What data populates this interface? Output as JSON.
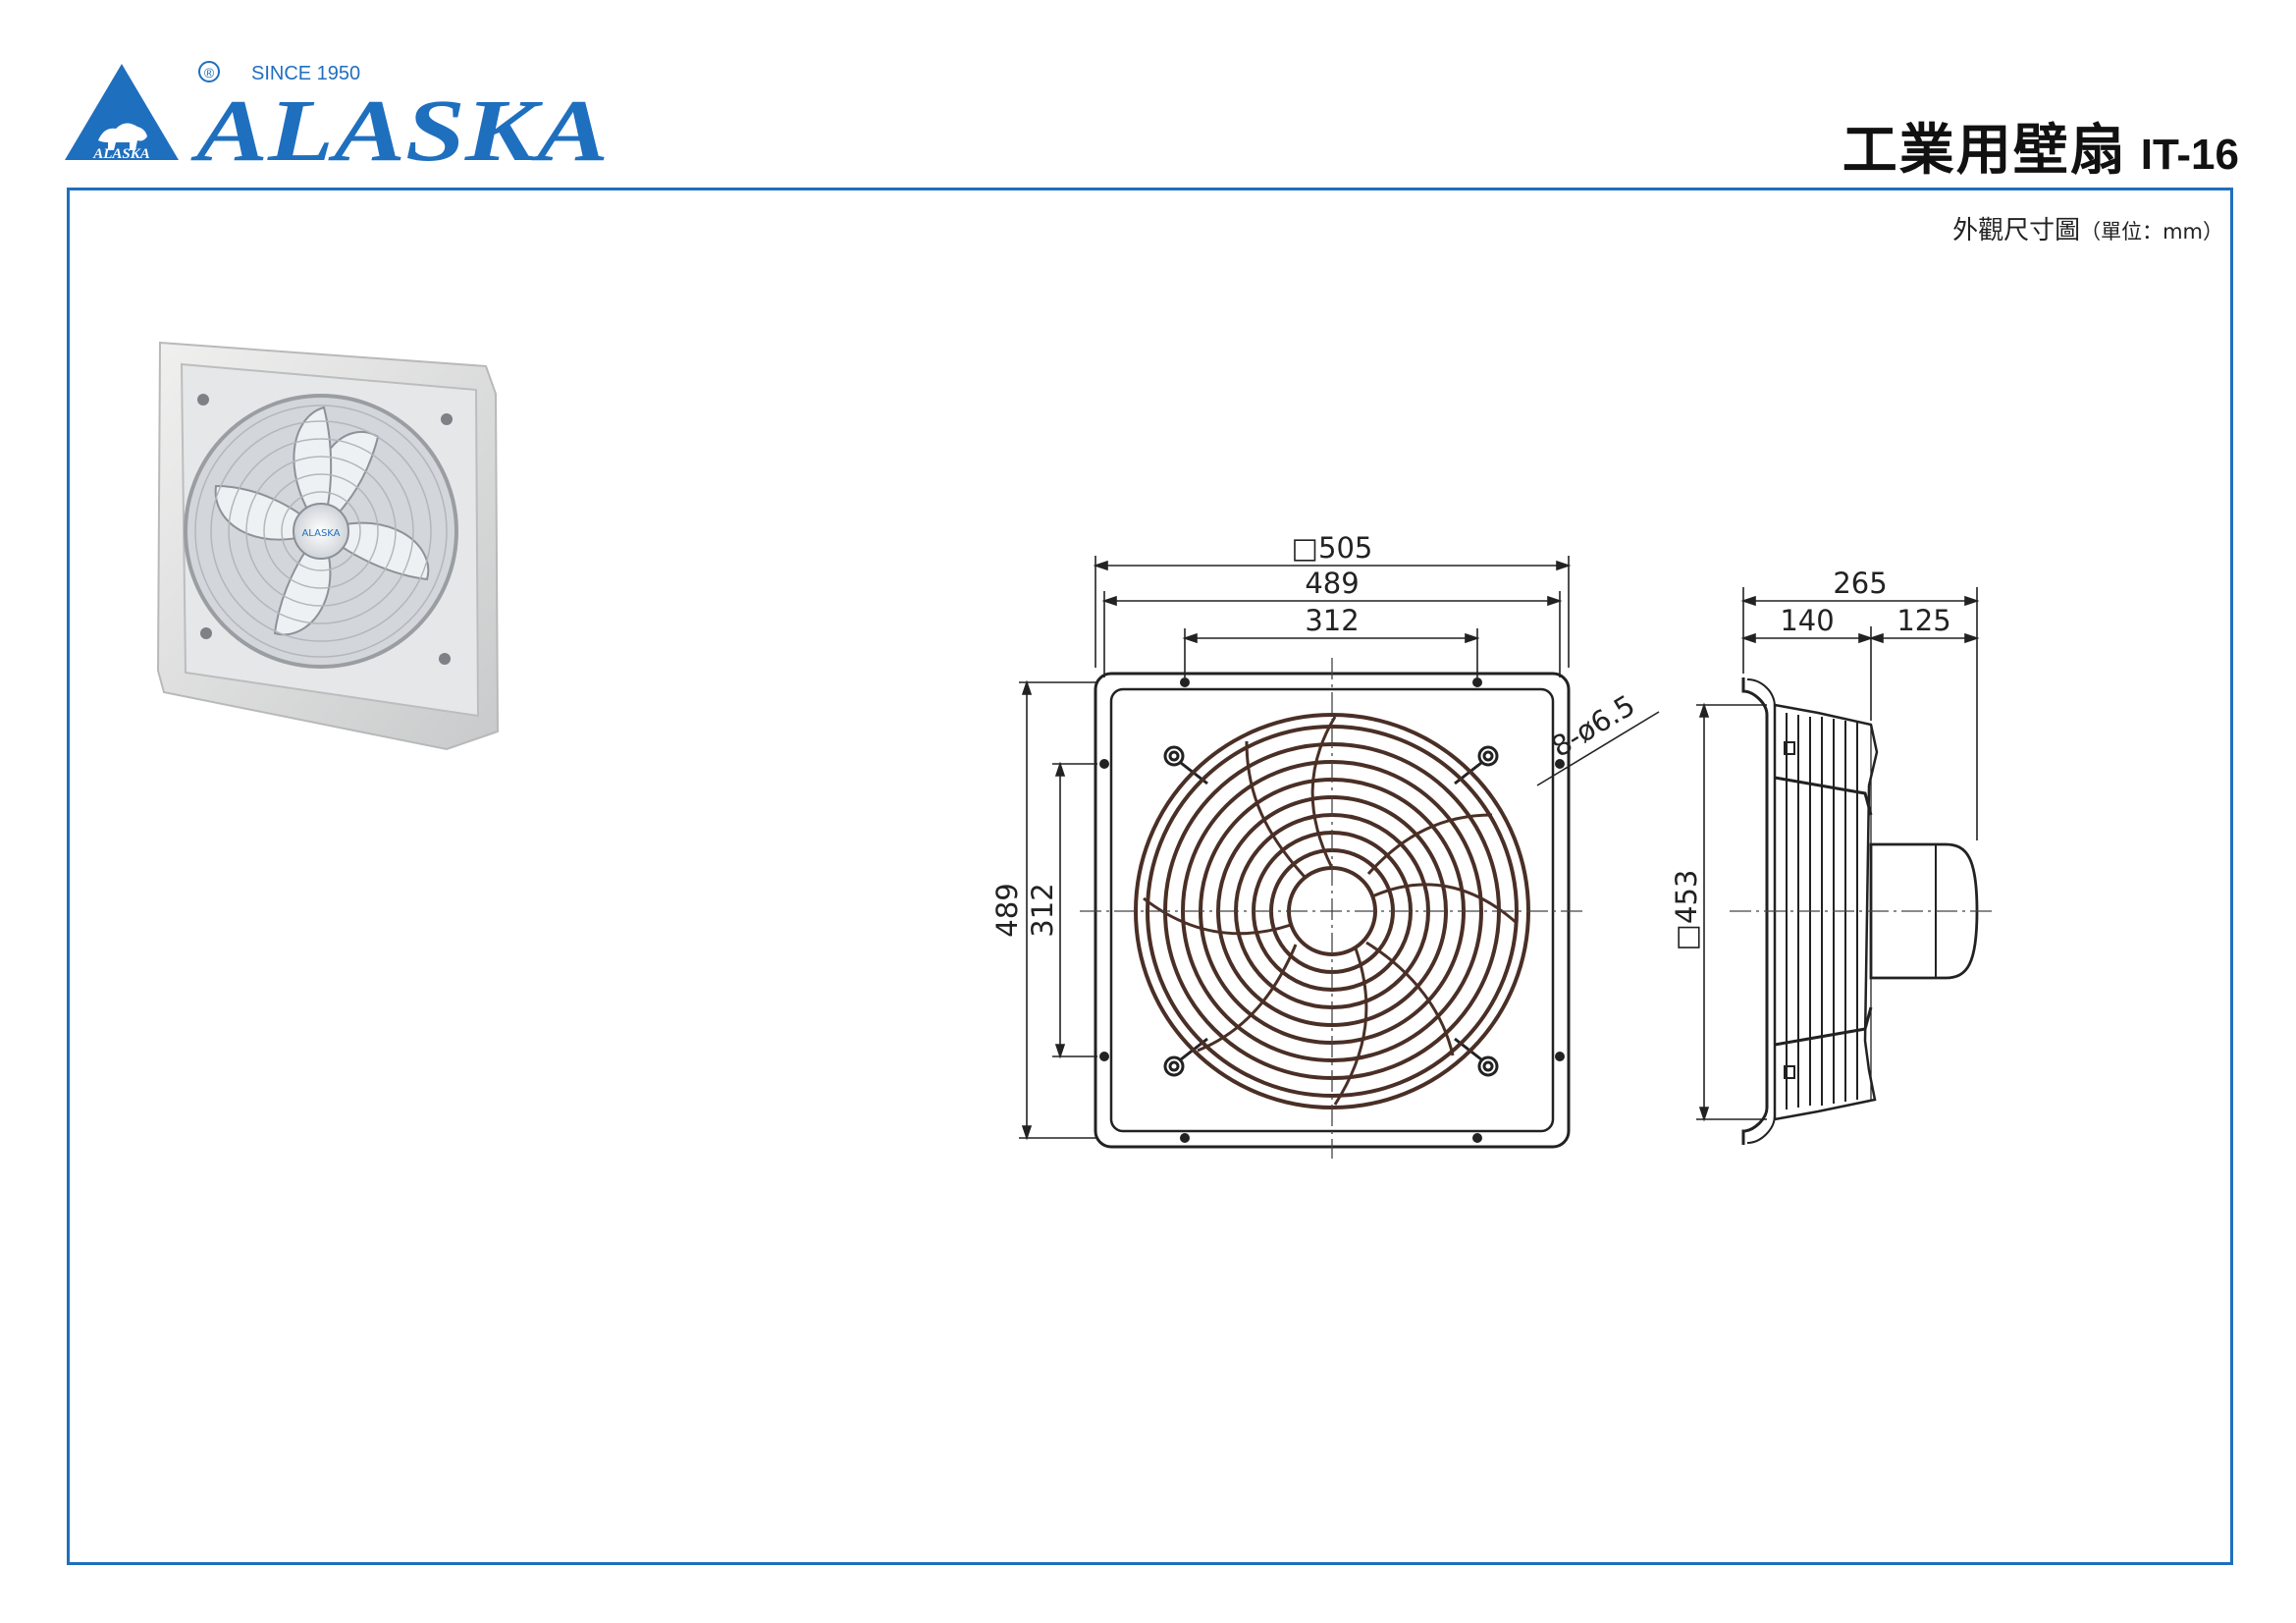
{
  "brand": {
    "registered_mark": "®",
    "since": "SINCE 1950",
    "name": "ALASKA",
    "emblem_text": "ALASKA",
    "colors": {
      "brand_blue": "#1f6fbf"
    }
  },
  "header": {
    "title": "工業用壁扇",
    "model": "IT-16"
  },
  "drawing_meta": {
    "caption": "外觀尺寸圖",
    "unit_note": "（單位：mm）"
  },
  "photo": {
    "hub_label": "ALASKA",
    "icon": "fan-product-photo"
  },
  "dimensions": {
    "front_overall": "□505",
    "front_frame_width": "489",
    "front_hole_span": "312",
    "hole_spec": "8-ø6.5",
    "front_frame_height": "489",
    "front_hole_span_vertical": "312",
    "side_total_depth": "265",
    "side_front_depth": "140",
    "side_motor_depth": "125",
    "side_height": "□453"
  }
}
